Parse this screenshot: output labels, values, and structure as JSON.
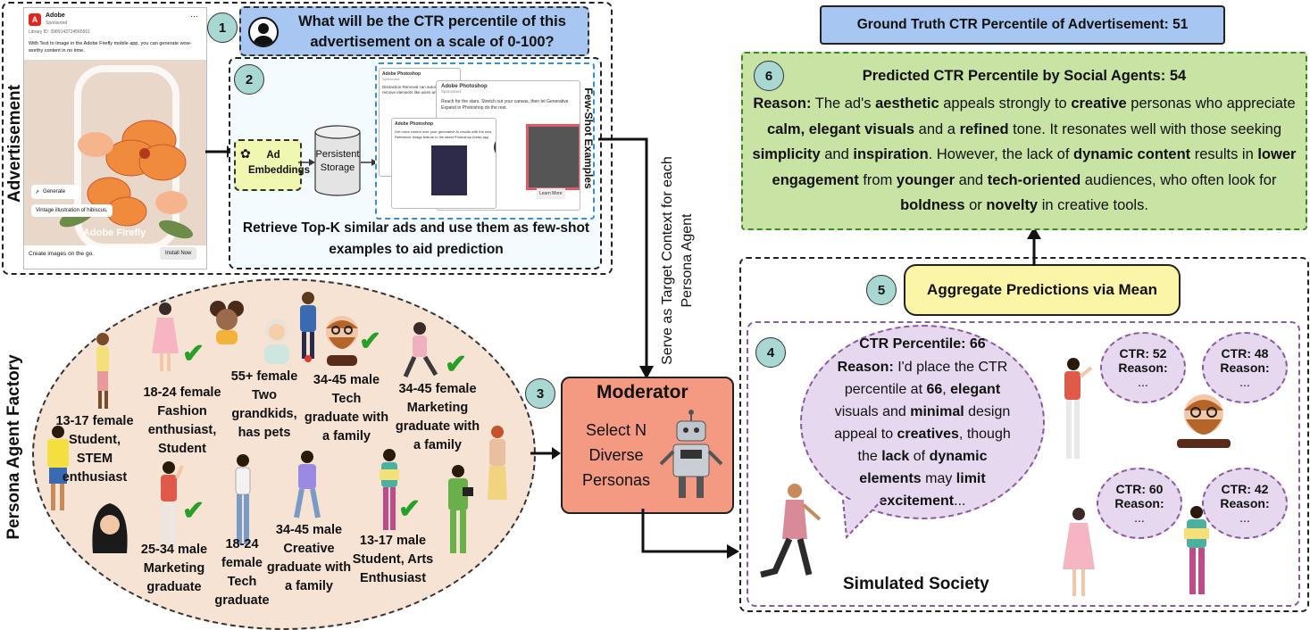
{
  "advertisement": {
    "side_label": "Advertisement",
    "brand": "Adobe",
    "sponsored": "Sponsored",
    "library_id": "Library ID: 3989143724565561",
    "ad_text": "With Text to Image in the Adobe Firefly mobile app, you can generate wow-worthy content in no time.",
    "generate_label": "Generate",
    "prompt_text": "Vintage illustration of hibiscus.",
    "firefly_logo": "Adobe Firefly",
    "cta_caption": "Create images on the go.",
    "install_label": "Install Now"
  },
  "step1": {
    "num": "1",
    "question": "What will be the CTR percentile of this advertisement on a scale of 0-100?"
  },
  "step2": {
    "num": "2",
    "embed_label": "Ad Embeddings",
    "storage_label": "Persistent Storage",
    "fewshot_label": "Few-Shot Examples",
    "retrieve_text": "Retrieve Top-K similar ads and use them as few-shot examples to aid prediction",
    "ex_brand": "Adobe Photoshop",
    "ex_sponsored": "Sponsored",
    "ex_text1": "Distraction Removal can automatically remove elements like wires and people.",
    "ex_text2": "Reach for the stars. Stretch out your canvas, then let Generative Expand in Photoshop do the rest.",
    "ex_text3": "Get more control over your generative AI results with the new Reference Image feature in the latest Photoshop (beta) app.",
    "learn_more": "Learn More"
  },
  "persona_factory": {
    "side_label": "Persona Agent Factory",
    "personas": [
      {
        "text": "13-17 female Student, STEM enthusiast"
      },
      {
        "text": "18-24 female Fashion enthusiast, Student"
      },
      {
        "text": "55+ female Two grandkids, has pets"
      },
      {
        "text": "34-45 male Tech graduate with a family"
      },
      {
        "text": "34-45 female Marketing graduate with a family"
      },
      {
        "text": "25-34 male Marketing graduate"
      },
      {
        "text": "18-24 female Tech graduate"
      },
      {
        "text": "34-45 male Creative graduate with a family"
      },
      {
        "text": "13-17 male Student, Arts Enthusiast"
      }
    ]
  },
  "context_label": "Serve as Target Context for each Persona Agent",
  "moderator": {
    "num": "3",
    "title": "Moderator",
    "body": "Select N Diverse Personas"
  },
  "society": {
    "num": "4",
    "label": "Simulated Society",
    "main_ctr": "CTR Percentile: 66",
    "reason_label": "Reason:",
    "reason_text": "I'd place the CTR percentile at 66, elegant visuals and minimal design appeal to creatives, though the lack of dynamic elements may limit excitement...",
    "small_bubbles": [
      {
        "ctr": "CTR: 52",
        "reason": "Reason:",
        "ell": "..."
      },
      {
        "ctr": "CTR: 48",
        "reason": "Reason:",
        "ell": "..."
      },
      {
        "ctr": "CTR: 60",
        "reason": "Reason:",
        "ell": "..."
      },
      {
        "ctr": "CTR: 42",
        "reason": "Reason:",
        "ell": "..."
      }
    ]
  },
  "aggregate": {
    "num": "5",
    "label": "Aggregate Predictions via Mean"
  },
  "prediction": {
    "num": "6",
    "title": "Predicted CTR Percentile by Social Agents: 54",
    "reason_label": "Reason:",
    "reason_text": "The ad's aesthetic appeals strongly to creative personas who appreciate calm, elegant visuals and a refined tone. It resonates well with those seeking simplicity and inspiration. However, the lack of dynamic content results in lower engagement from younger and tech-oriented audiences, who often look for boldness or novelty in creative tools."
  },
  "ground_truth": {
    "label": "Ground Truth CTR Percentile of Advertisement: 51"
  },
  "colors": {
    "blue": "#a7c7f2",
    "green": "#c8e3a4",
    "yellow": "#fbf5a8",
    "moderator": "#f59a82",
    "ellipse": "#f7e3d4",
    "bubble": "#e6d8ee",
    "teal": "#a9d7d2"
  }
}
